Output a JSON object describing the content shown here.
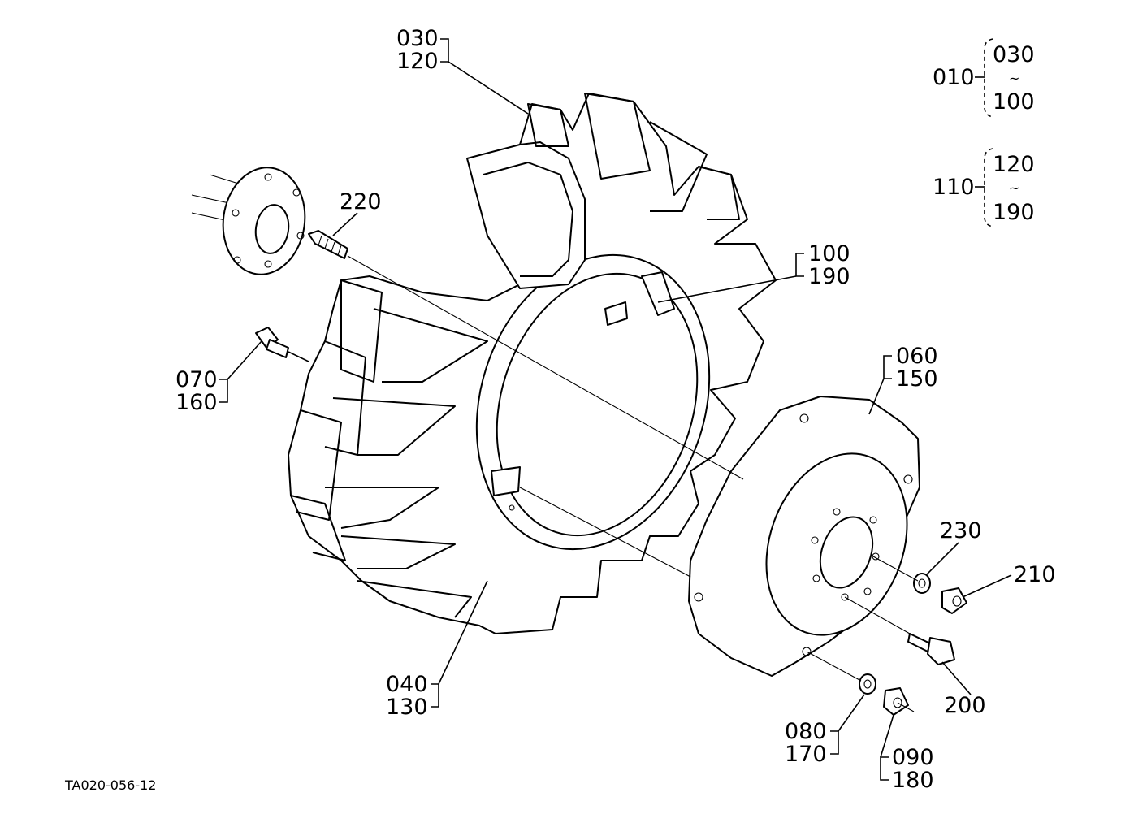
{
  "diagram": {
    "code": "TA020-056-12",
    "callouts": [
      {
        "id": "c030-120",
        "lines": [
          "030",
          "120"
        ]
      },
      {
        "id": "c220",
        "lines": [
          "220"
        ]
      },
      {
        "id": "c100-190",
        "lines": [
          "100",
          "190"
        ]
      },
      {
        "id": "c070-160",
        "lines": [
          "070",
          "160"
        ]
      },
      {
        "id": "c060-150",
        "lines": [
          "060",
          "150"
        ]
      },
      {
        "id": "c230",
        "lines": [
          "230"
        ]
      },
      {
        "id": "c210",
        "lines": [
          "210"
        ]
      },
      {
        "id": "c200",
        "lines": [
          "200"
        ]
      },
      {
        "id": "c040-130",
        "lines": [
          "040",
          "130"
        ]
      },
      {
        "id": "c080-170",
        "lines": [
          "080",
          "170"
        ]
      },
      {
        "id": "c090-180",
        "lines": [
          "090",
          "180"
        ]
      }
    ],
    "assemblies": [
      {
        "id": "asm-010",
        "label": "010",
        "range_start": "030",
        "range_sep": "~",
        "range_end": "100"
      },
      {
        "id": "asm-110",
        "label": "110",
        "range_start": "120",
        "range_sep": "~",
        "range_end": "190"
      }
    ]
  }
}
